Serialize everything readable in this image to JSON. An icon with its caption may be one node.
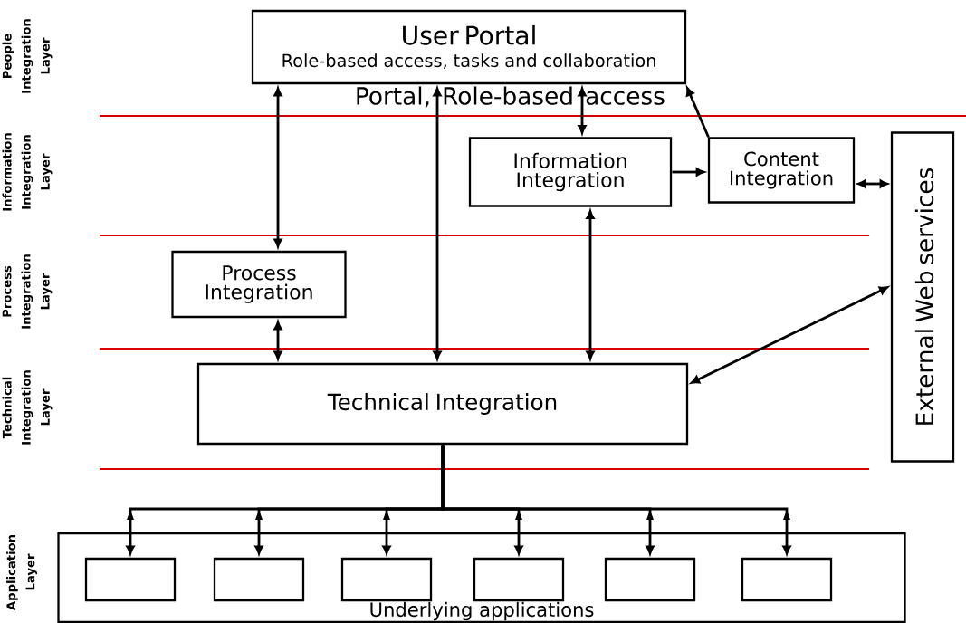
{
  "diagram": {
    "nodes": [
      {
        "text": [
          "User Portal",
          "Role-based access, tasks and collaboration"
        ]
      },
      {
        "text": [
          "Information Integration"
        ]
      },
      {
        "text": [
          "Content Integration"
        ]
      },
      {
        "text": [
          "External Web services"
        ]
      },
      {
        "text": [
          "Process Integration"
        ]
      },
      {
        "text": [
          "Technical Integration"
        ]
      },
      {
        "text": [
          "Underlying applications"
        ]
      },
      {
        "text": [],
        "shape": "box",
        "in": 6
      },
      {
        "text": [],
        "shape": "box",
        "in": 6
      },
      {
        "text": [],
        "shape": "box",
        "in": 6
      },
      {
        "text": [],
        "shape": "box",
        "in": 6
      },
      {
        "text": [],
        "shape": "box",
        "in": 6
      },
      {
        "text": [],
        "shape": "box",
        "in": 6
      }
    ],
    "edges": [
      {
        "from": 4,
        "to": 0,
        "arrow": "both"
      },
      {
        "from": 4,
        "to": 5,
        "arrow": "both"
      },
      {
        "from": 5,
        "to": 0,
        "arrow": "both"
      },
      {
        "from": 0,
        "to": 1,
        "arrow": "both"
      },
      {
        "from": 1,
        "to": 5,
        "arrow": "both"
      },
      {
        "from": 1,
        "to": 2,
        "arrow": "to"
      },
      {
        "from": 2,
        "to": 0,
        "arrow": "to"
      },
      {
        "from": 2,
        "to": 3,
        "arrow": "both"
      },
      {
        "from": 3,
        "to": 5,
        "arrow": "both"
      },
      {
        "from": 5,
        "to": 7,
        "arrow": "to"
      },
      {
        "from": 5,
        "to": 8,
        "arrow": "to"
      },
      {
        "from": 5,
        "to": 9,
        "arrow": "to"
      },
      {
        "from": 5,
        "to": 10,
        "arrow": "to"
      },
      {
        "from": 5,
        "to": 11,
        "arrow": "to"
      },
      {
        "from": 5,
        "to": 12,
        "arrow": "to"
      }
    ],
    "labels": [
      "People Integration Layer",
      "Portal, Role-based access",
      "Information Integration Layer",
      "Process Integration Layer",
      "Technical Integration Layer",
      "Application Layer"
    ]
  }
}
